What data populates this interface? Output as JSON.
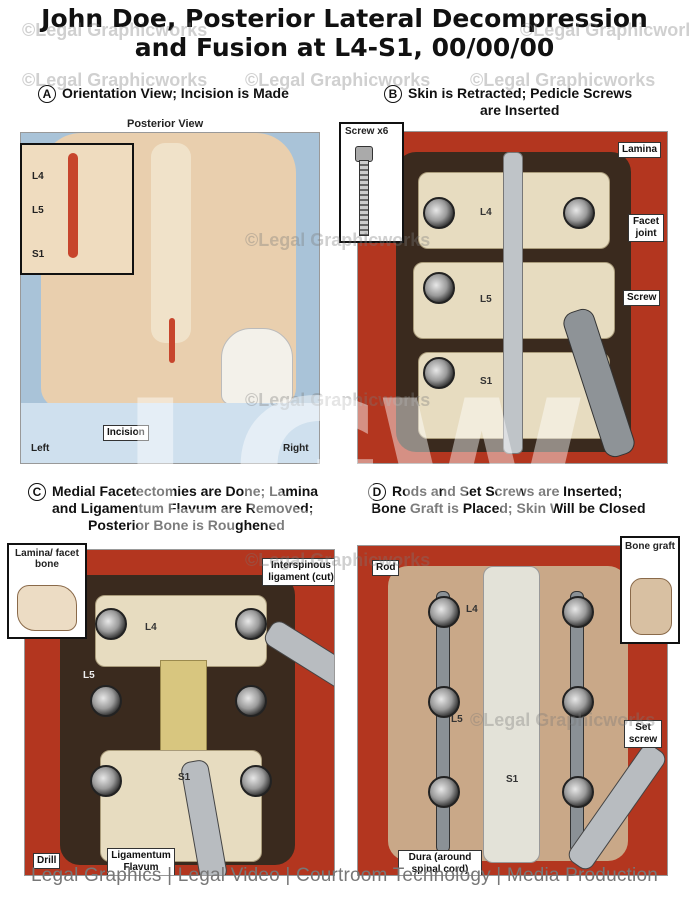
{
  "title": {
    "line1": "John Doe, Posterior Lateral Decompression",
    "line2": "and Fusion at L4-S1, 00/00/00"
  },
  "watermark": "©Legal Graphicworks",
  "logo_text": "LGW",
  "panels": {
    "a": {
      "letter": "A",
      "heading": "Orientation View; Incision is Made",
      "sublabel": "Posterior View",
      "inset_levels": [
        "L4",
        "L5",
        "S1"
      ],
      "incision_label": "Incision",
      "left_label": "Left",
      "right_label": "Right"
    },
    "b": {
      "letter": "B",
      "heading_line1": "Skin is Retracted; Pedicle Screws",
      "heading_line2": "are Inserted",
      "screw_inset_label": "Screw x6",
      "levels": [
        "L4",
        "L5",
        "S1"
      ],
      "lamina_label": "Lamina",
      "facet_label": "Facet joint",
      "screw_label": "Screw"
    },
    "c": {
      "letter": "C",
      "heading_line1": "Medial Facetectomies are Done; Lamina",
      "heading_line2": "and Ligamentum Flavum are Removed;",
      "heading_line3": "Posterior Bone is Roughened",
      "bone_inset_label": "Lamina/ facet bone",
      "interspinous_label": "Interspinous ligament (cut)",
      "levels": [
        "L4",
        "L5",
        "S1"
      ],
      "drill_label": "Drill",
      "flavum_label": "Ligamentum Flavum"
    },
    "d": {
      "letter": "D",
      "heading_line1": "Rods and Set Screws are Inserted;",
      "heading_line2": "Bone Graft is Placed; Skin Will be Closed",
      "rod_label": "Rod",
      "graft_label": "Bone graft",
      "levels": [
        "L4",
        "L5",
        "S1"
      ],
      "setscrew_label": "Set screw",
      "dura_label": "Dura (around spinal cord)"
    }
  },
  "footer": "Legal Graphics | Legal Video | Courtroom Technology | Media Production",
  "colors": {
    "tissue": "#b3361f",
    "bone": "#e7dcc0",
    "skin": "#e9cfae",
    "drape": "#a9c3d8"
  }
}
